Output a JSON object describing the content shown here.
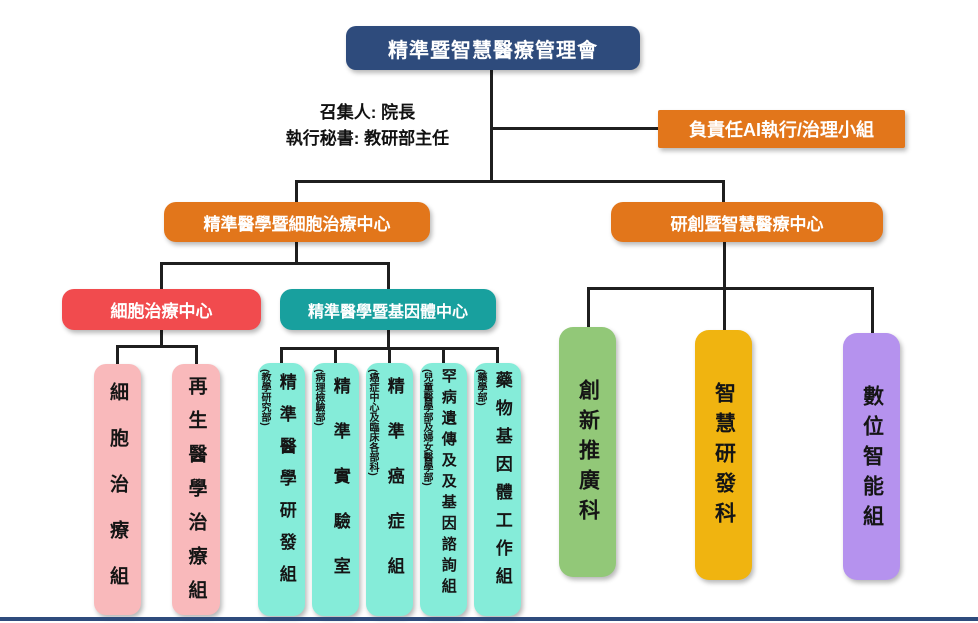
{
  "org": {
    "root": {
      "label": "精準暨智慧醫療管理會"
    },
    "note": {
      "line1": "召集人: 院長",
      "line2": "執行秘書: 教研部主任"
    },
    "ai_group": {
      "label": "負責任AI執行/治理小組"
    },
    "branches": {
      "left": {
        "label": "精準醫學暨細胞治療中心"
      },
      "right": {
        "label": "研創暨智慧醫療中心"
      }
    },
    "cell_center": {
      "label": "細胞治療中心",
      "units": [
        {
          "label": "細胞治療組"
        },
        {
          "label": "再生醫學治療組"
        }
      ]
    },
    "genome_center": {
      "label": "精準醫學暨基因體中心",
      "units": [
        {
          "label": "精準醫學研發組",
          "dept": "(教學研究部)"
        },
        {
          "label": "精準實驗室",
          "dept": "(病理檢驗部)"
        },
        {
          "label": "精準癌症組",
          "dept": "(癌症中心及臨床各部科)"
        },
        {
          "label": "罕病遺傳及及基因諮詢組",
          "dept": "(兒童醫學部及婦女醫學部)"
        },
        {
          "label": "藥物基因體工作組",
          "dept": "(藥學部)"
        }
      ]
    },
    "smart_center_units": [
      {
        "label": "創新推廣科"
      },
      {
        "label": "智慧研發科"
      },
      {
        "label": "數位智能組"
      }
    ],
    "colors": {
      "navy": "#2e4b7c",
      "orange": "#e2761b",
      "red": "#f14b4e",
      "teal": "#18a09e",
      "pink": "#f9b9bb",
      "mint": "#85ecd9",
      "green": "#92c878",
      "gold": "#f0b410",
      "purple": "#b592ee",
      "line": "#1f1f1f"
    }
  }
}
